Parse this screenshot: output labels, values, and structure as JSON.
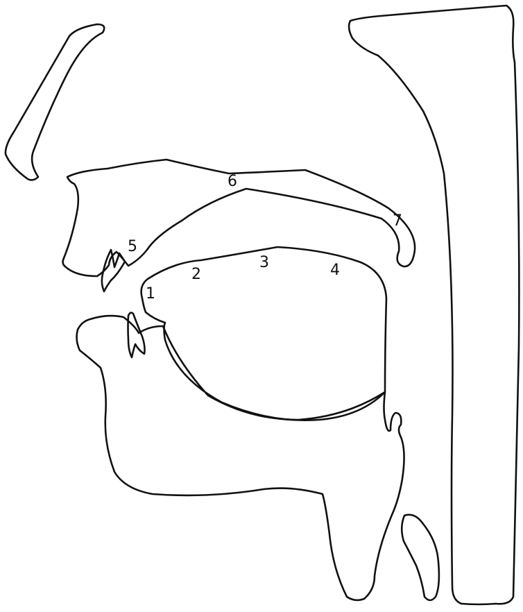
{
  "labels": [
    {
      "id": "1",
      "text": "1"
    },
    {
      "id": "2",
      "text": "2"
    },
    {
      "id": "3",
      "text": "3"
    },
    {
      "id": "4",
      "text": "4"
    },
    {
      "id": "5",
      "text": "5"
    },
    {
      "id": "6",
      "text": "6"
    },
    {
      "id": "7",
      "text": "7"
    }
  ],
  "colors": {
    "stroke": "#111111",
    "background": "#ffffff"
  }
}
